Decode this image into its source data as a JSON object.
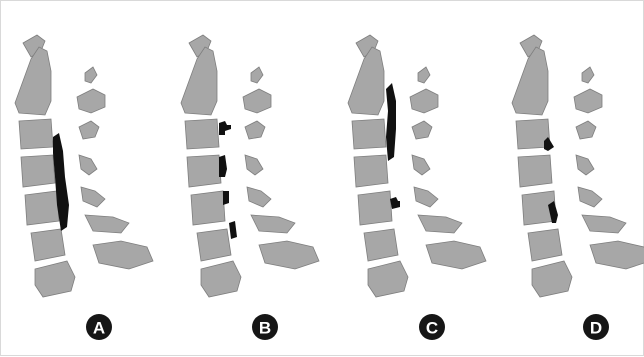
{
  "figure": {
    "panels": [
      {
        "label": "A",
        "pattern": "continuous",
        "colors": {
          "bone": "#a7a7a7",
          "lesion": "#111111"
        }
      },
      {
        "label": "B",
        "pattern": "segmental"
      },
      {
        "label": "C",
        "pattern": "mixed"
      },
      {
        "label": "D",
        "pattern": "focal"
      }
    ]
  }
}
